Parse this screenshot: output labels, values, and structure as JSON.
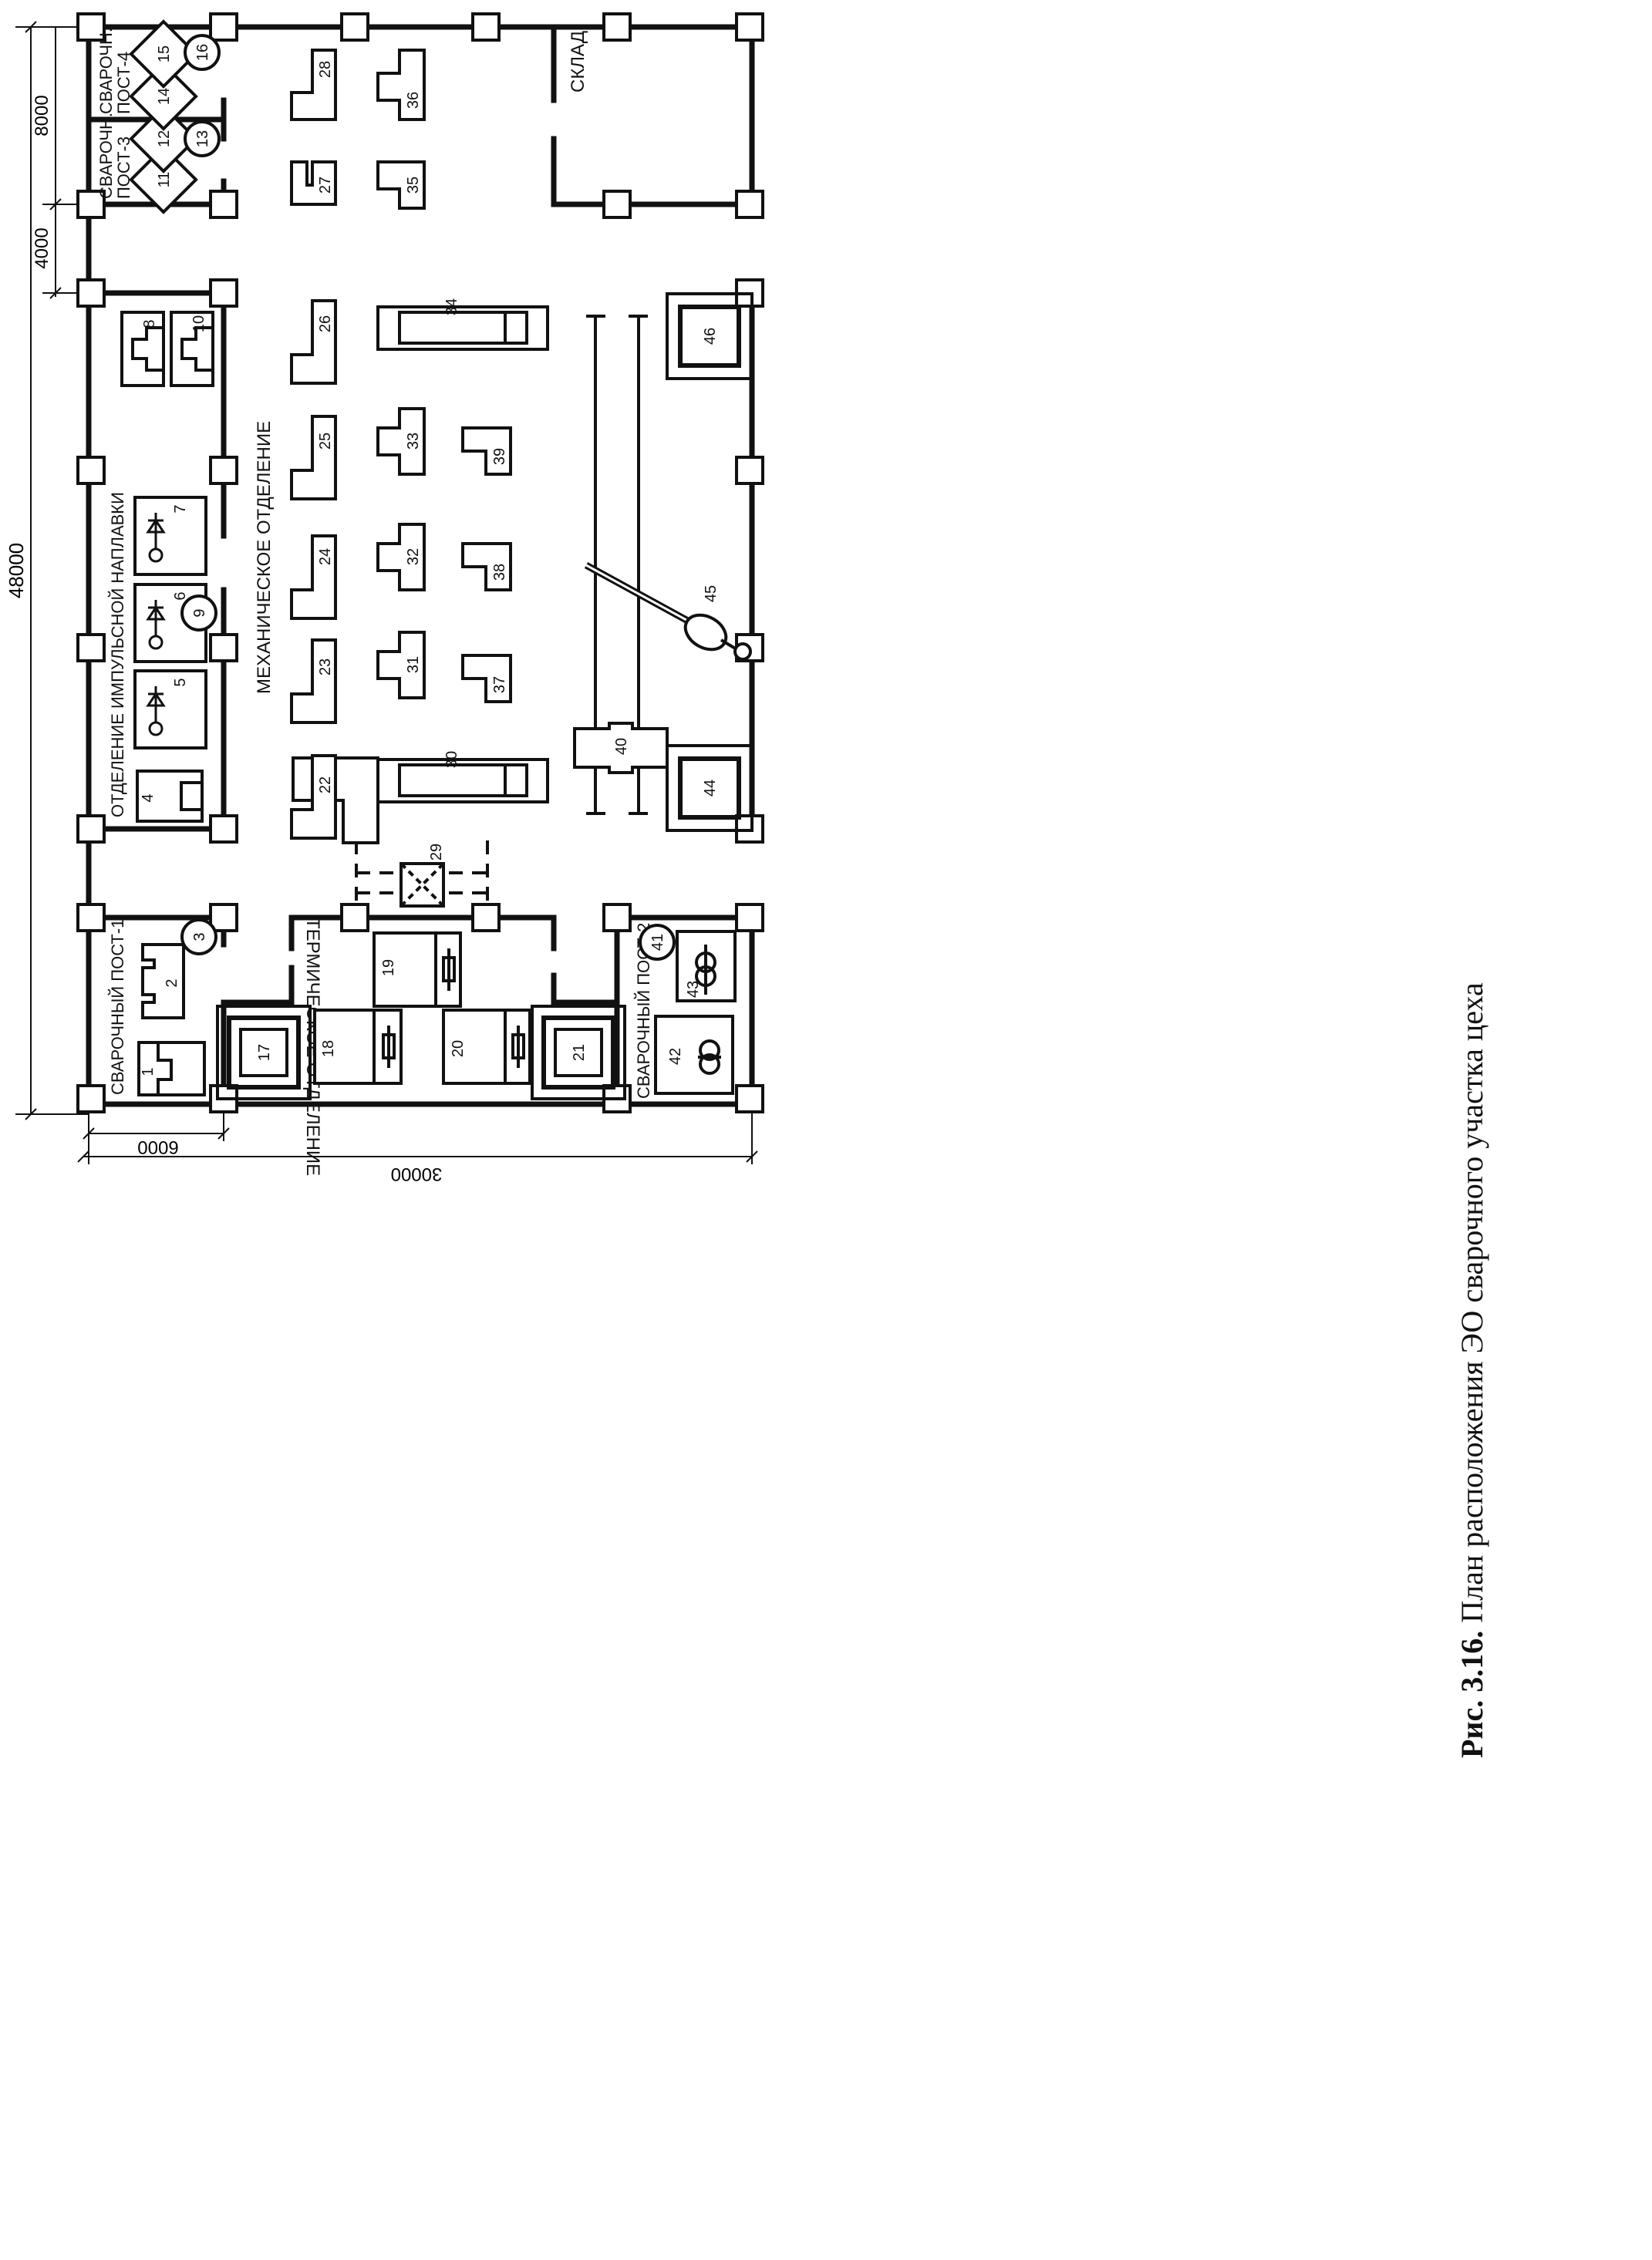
{
  "dimensions": {
    "total_length": "48000",
    "total_width": "30000",
    "span_8000": "8000",
    "span_4000": "4000",
    "span_6000": "6000"
  },
  "rooms": {
    "weld_post_1": "СВАРОЧНЫЙ ПОСТ-1",
    "weld_post_2": "СВАРОЧНЫЙ ПОСТ-2",
    "weld_post_3": "СВАРОЧН. ПОСТ-3",
    "weld_post_3_line1": "СВАРОЧН.",
    "weld_post_3_line2": "ПОСТ-3",
    "weld_post_4_line1": "СВАРОЧН.",
    "weld_post_4_line2": "ПОСТ-4",
    "impulse": "ОТДЕЛЕНИЕ ИМПУЛЬСНОЙ НАПЛАВКИ",
    "mechanical": "МЕХАНИЧЕСКОЕ ОТДЕЛЕНИЕ",
    "thermal": "ТЕРМИЧЕСКОЕ ОТДЕЛЕНИЕ",
    "warehouse": "СКЛАД"
  },
  "equipment_numbers": {
    "n1": "1",
    "n2": "2",
    "n3": "3",
    "n4": "4",
    "n5": "5",
    "n6": "6",
    "n7": "7",
    "n8": "8",
    "n9": "9",
    "n10": "10",
    "n11": "11",
    "n12": "12",
    "n13": "13",
    "n14": "14",
    "n15": "15",
    "n16": "16",
    "n17": "17",
    "n18": "18",
    "n19": "19",
    "n20": "20",
    "n21": "21",
    "n22": "22",
    "n23": "23",
    "n24": "24",
    "n25": "25",
    "n26": "26",
    "n27": "27",
    "n28": "28",
    "n29": "29",
    "n30": "30",
    "n31": "31",
    "n32": "32",
    "n33": "33",
    "n34": "34",
    "n35": "35",
    "n36": "36",
    "n37": "37",
    "n38": "38",
    "n39": "39",
    "n40": "40",
    "n41": "41",
    "n42": "42",
    "n43": "43",
    "n44": "44",
    "n45": "45",
    "n46": "46"
  },
  "caption": {
    "label": "Рис. 3.16.",
    "text": "План расположения ЭО сварочного участка цеха"
  }
}
